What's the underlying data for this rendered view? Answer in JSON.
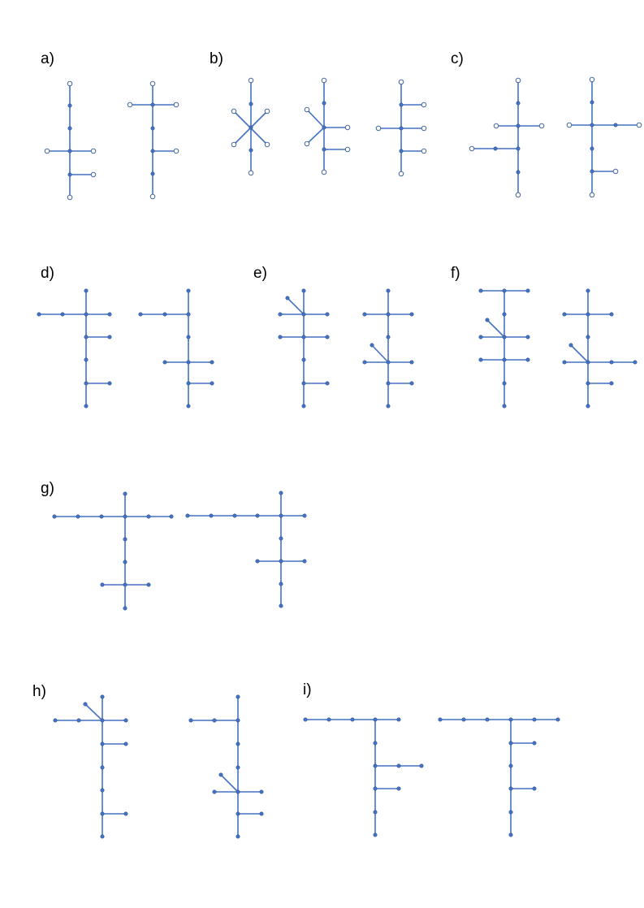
{
  "figure": {
    "panels": [
      {
        "label": "a)"
      },
      {
        "label": "b)"
      },
      {
        "label": "c)"
      },
      {
        "label": "d)"
      },
      {
        "label": "e)"
      },
      {
        "label": "f)"
      },
      {
        "label": "g)"
      },
      {
        "label": "h)"
      },
      {
        "label": "i)"
      }
    ],
    "colors": {
      "edge": "#4472c4",
      "node_fill": "#4472c4",
      "node_stroke": "#2f5597",
      "open_node_fill": "#ffffff",
      "label": "#000000"
    }
  }
}
